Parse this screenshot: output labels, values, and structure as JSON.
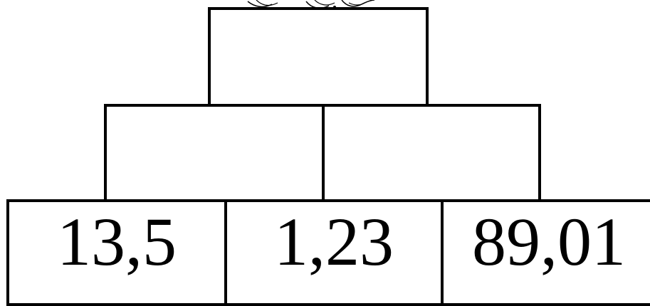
{
  "pyramid": {
    "top": "",
    "middle": [
      "",
      ""
    ],
    "bottom": [
      "13,5",
      "1,23",
      "89,01"
    ]
  },
  "decoration": {
    "top_icon": "sketch-doodle-icon",
    "stroke_color": "#000000"
  }
}
